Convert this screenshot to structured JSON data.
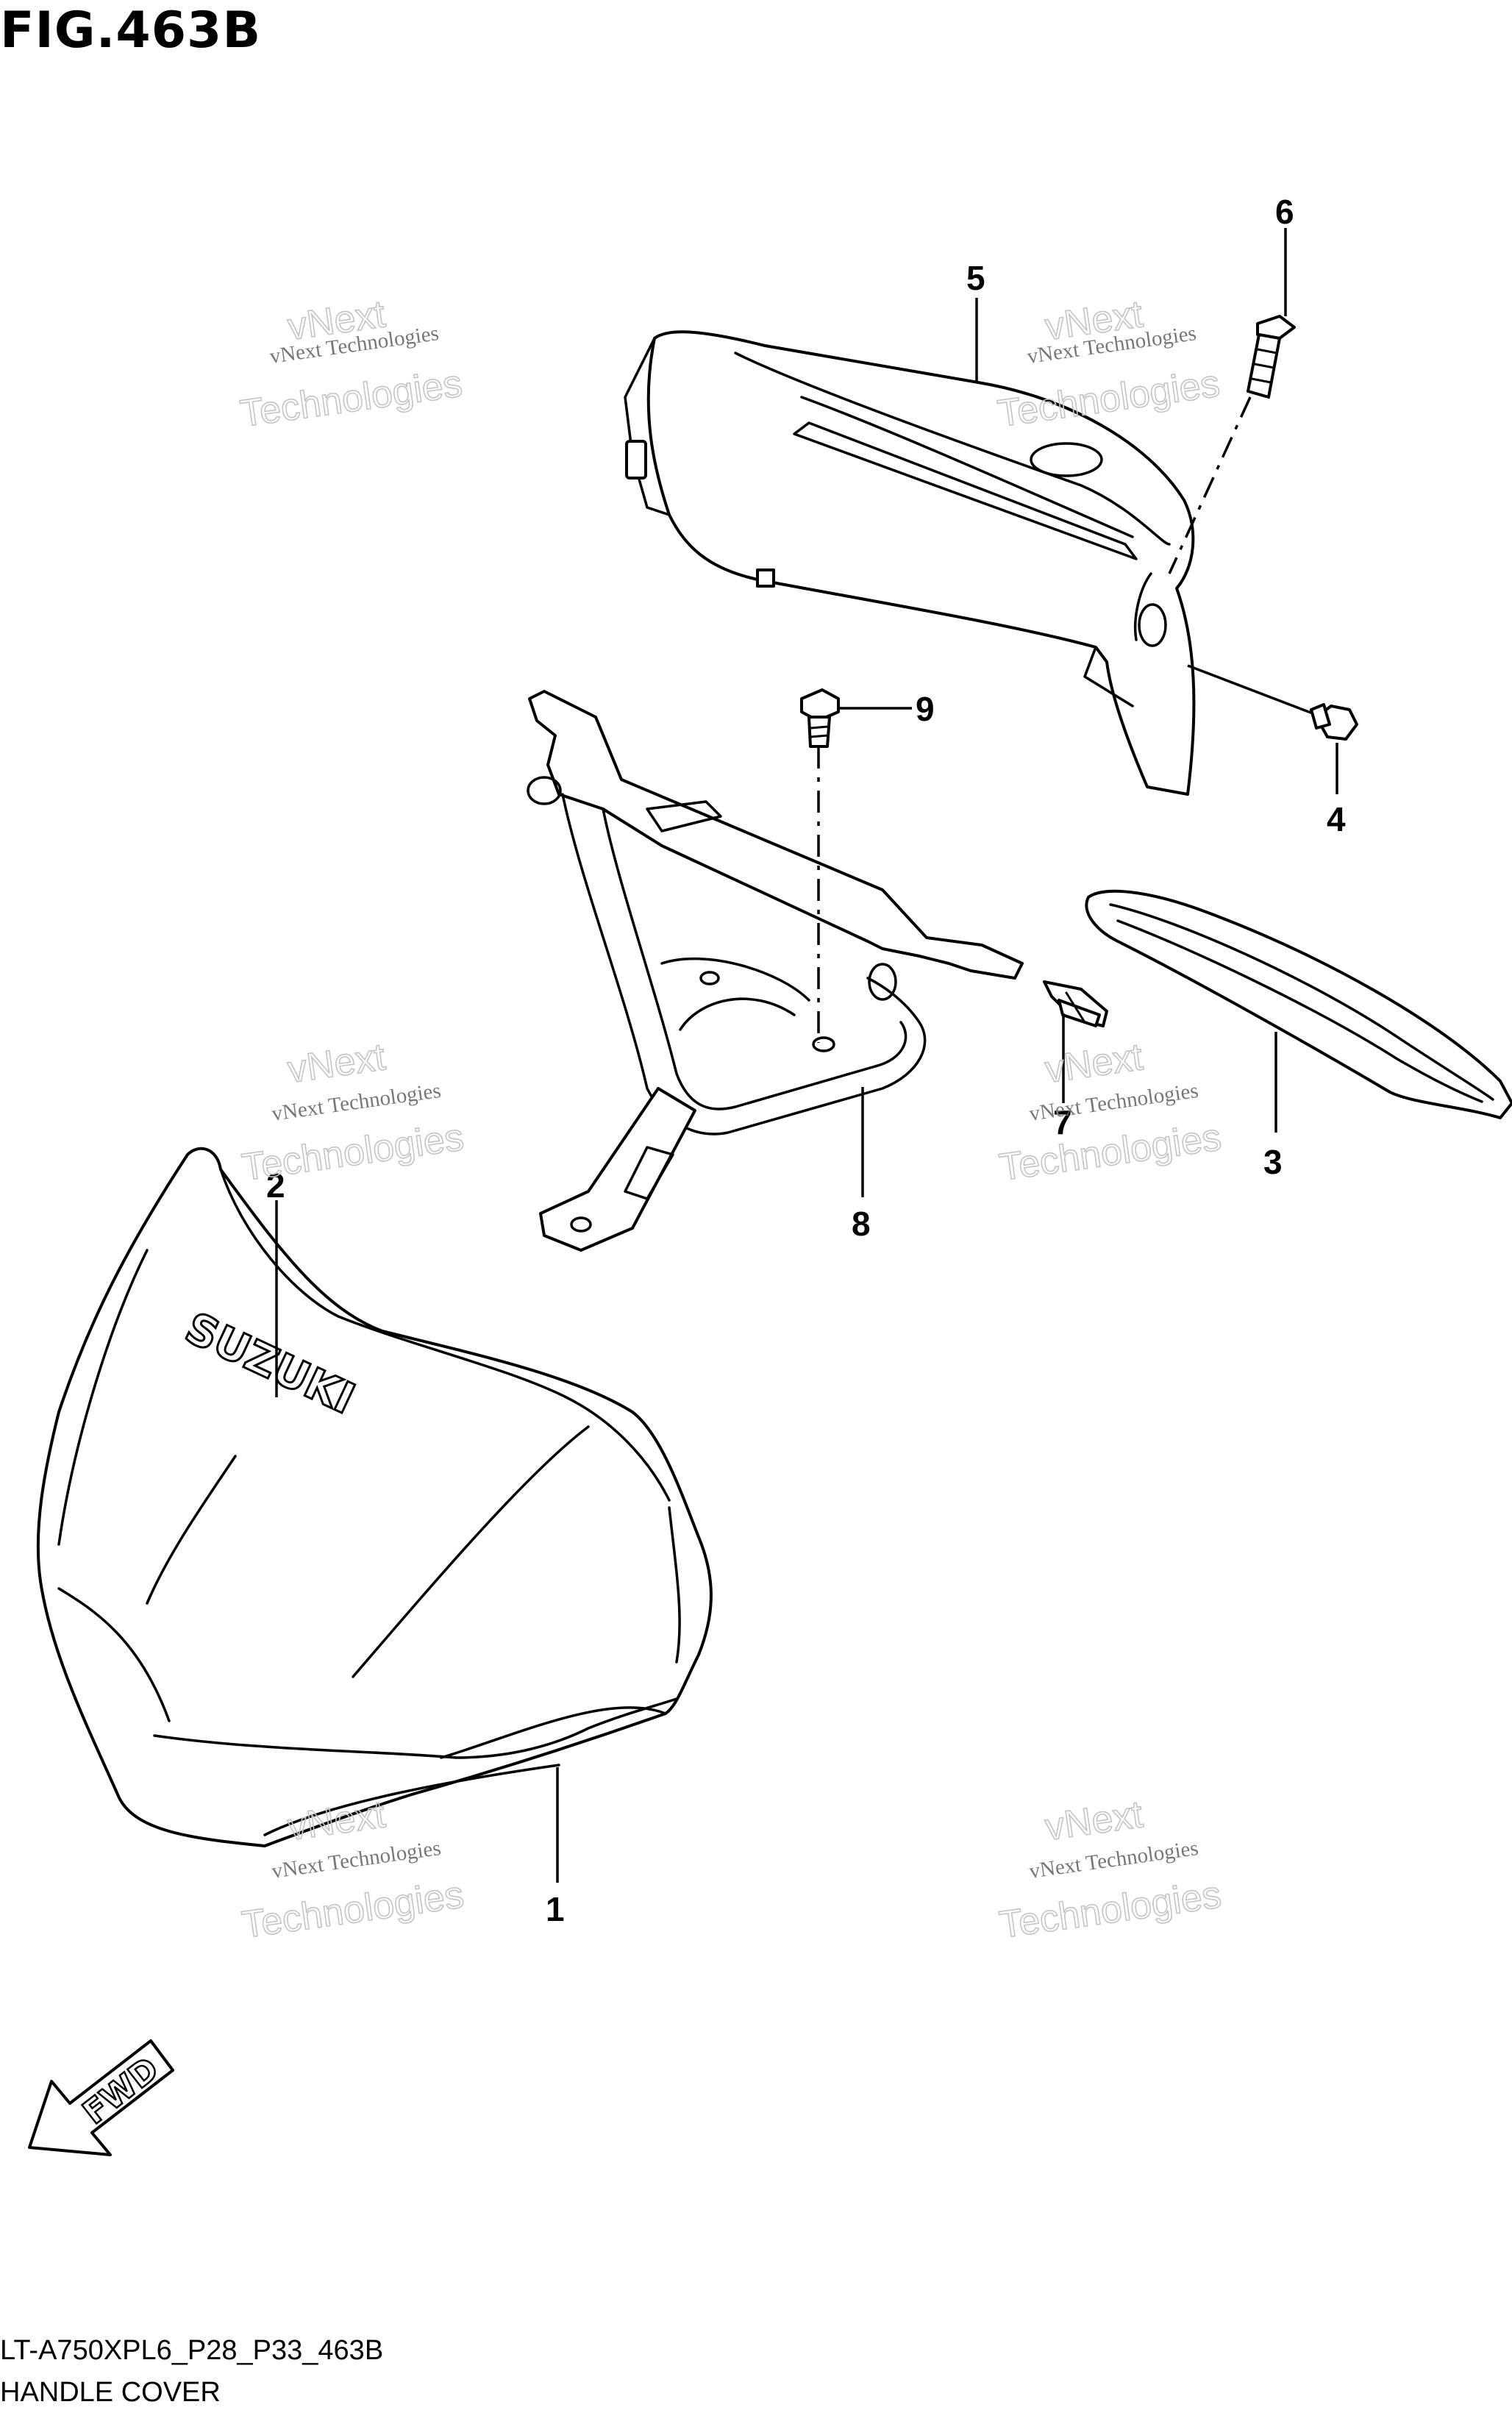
{
  "figure": {
    "title": "FIG.463B",
    "code": "LT-A750XPL6_P28_P33_463B",
    "name": "HANDLE COVER"
  },
  "callouts": [
    "1",
    "2",
    "3",
    "4",
    "5",
    "6",
    "7",
    "8",
    "9"
  ],
  "logo_text": "SUZUKI",
  "direction_label": "FWD",
  "watermark": {
    "line1": "vNext Technologies",
    "line2": "vNext",
    "line3": "Technologies"
  }
}
